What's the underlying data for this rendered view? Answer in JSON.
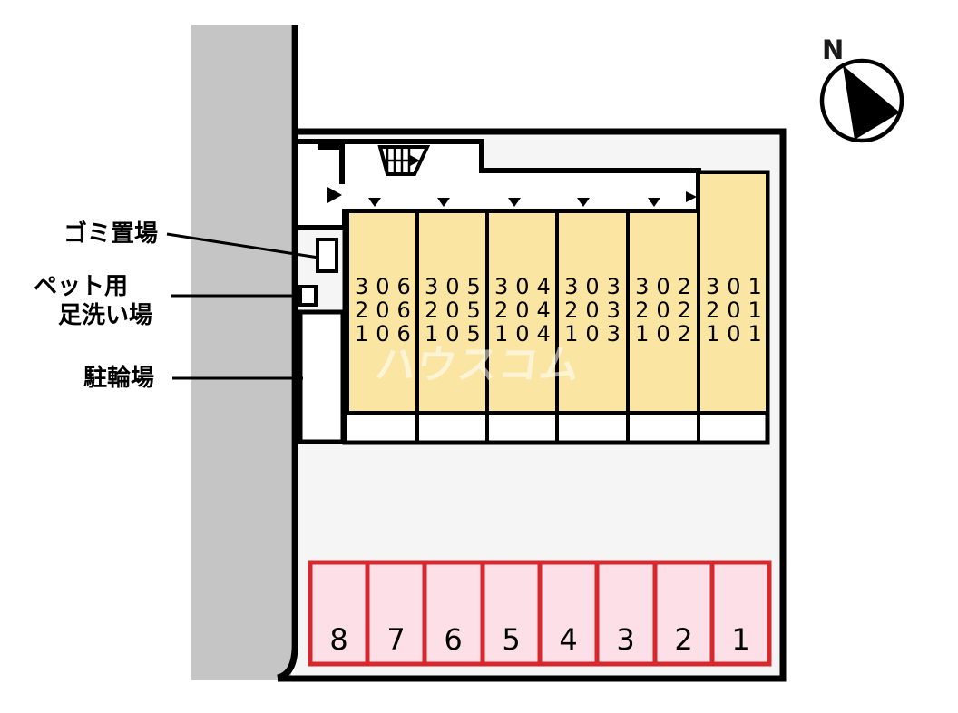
{
  "compass": {
    "label": "N"
  },
  "watermark": {
    "text": "ハウスコム"
  },
  "legend": {
    "garbage_label": "ゴミ置場",
    "pet_label_line1": "ペット用",
    "pet_label_line2": "足洗い場",
    "bicycle_label": "駐輪場"
  },
  "building": {
    "unit_columns": [
      {
        "labels": [
          "306",
          "206",
          "106"
        ]
      },
      {
        "labels": [
          "305",
          "205",
          "105"
        ]
      },
      {
        "labels": [
          "304",
          "204",
          "104"
        ]
      },
      {
        "labels": [
          "303",
          "203",
          "103"
        ]
      },
      {
        "labels": [
          "302",
          "202",
          "102"
        ]
      },
      {
        "labels": [
          "301",
          "201",
          "101"
        ]
      }
    ]
  },
  "parking": {
    "spaces": [
      "8",
      "7",
      "6",
      "5",
      "4",
      "3",
      "2",
      "1"
    ]
  },
  "colors": {
    "road": "#C5C5C6",
    "site_fill": "#F5F5F6",
    "unit_fill": "#FAE6A2",
    "parking_fill": "#FCDFE7",
    "parking_border": "#D7282E",
    "outline": "#000000"
  }
}
